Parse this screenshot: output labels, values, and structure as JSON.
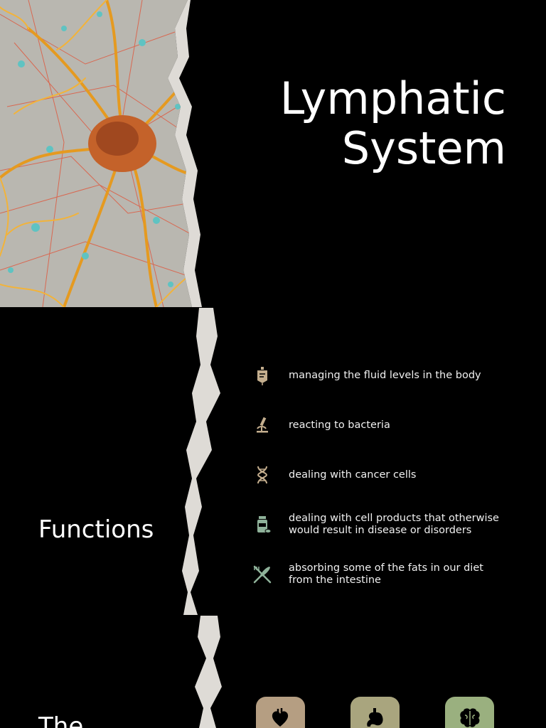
{
  "cover": {
    "title_line1": "Lymphatic",
    "title_line2": "System",
    "image_subject": "neuron-cell-illustration"
  },
  "functions": {
    "heading": "Functions",
    "items": [
      {
        "icon": "iv-bag-icon",
        "text": "managing the fluid levels in the body"
      },
      {
        "icon": "microscope-icon",
        "text": "reacting to bacteria"
      },
      {
        "icon": "dna-icon",
        "text": "dealing with cancer cells"
      },
      {
        "icon": "medicine-bottle-icon",
        "text": "dealing with cell products that otherwise would result in disease or disorders"
      },
      {
        "icon": "fork-knife-icon",
        "text": "absorbing some of the fats in our diet from the intestine"
      }
    ]
  },
  "organs": {
    "heading_partial": "The",
    "tiles": [
      {
        "icon": "heart-icon",
        "color": "#b59e82"
      },
      {
        "icon": "stomach-icon",
        "color": "#a9a57e"
      },
      {
        "icon": "brain-icon",
        "color": "#9ab07f"
      }
    ]
  },
  "colors": {
    "background": "#000000",
    "text": "#ffffff",
    "icon_tan": "#c4ae8e",
    "icon_green": "#8fb29a",
    "paper": "#dedbd6"
  }
}
